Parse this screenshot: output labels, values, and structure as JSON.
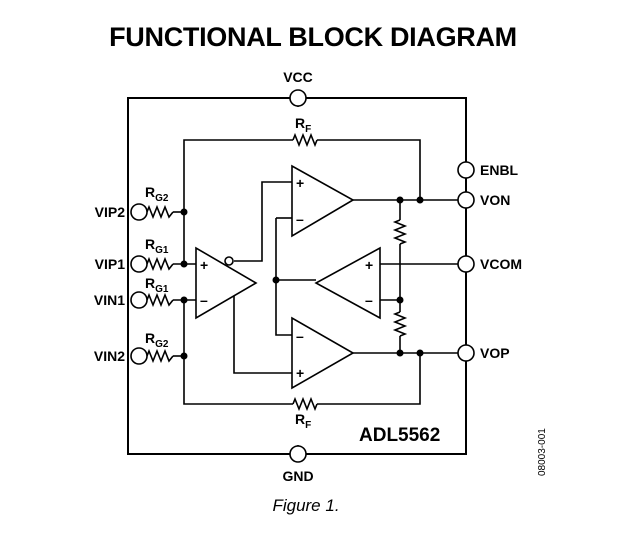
{
  "title": "FUNCTIONAL BLOCK DIAGRAM",
  "caption": "Figure 1.",
  "part_number": "ADL5562",
  "doc_id": "08003-001",
  "pins": {
    "vcc": "VCC",
    "gnd": "GND",
    "enbl": "ENBL",
    "von": "VON",
    "vcom": "VCOM",
    "vop": "VOP",
    "vip2": "VIP2",
    "vip1": "VIP1",
    "vin1": "VIN1",
    "vin2": "VIN2"
  },
  "resistors": {
    "rf_main": "R",
    "rf_sub": "F",
    "rg_main": "R",
    "rg1_sub": "G1",
    "rg2_sub": "G2"
  },
  "amp_symbols": {
    "plus": "+",
    "minus": "–"
  }
}
